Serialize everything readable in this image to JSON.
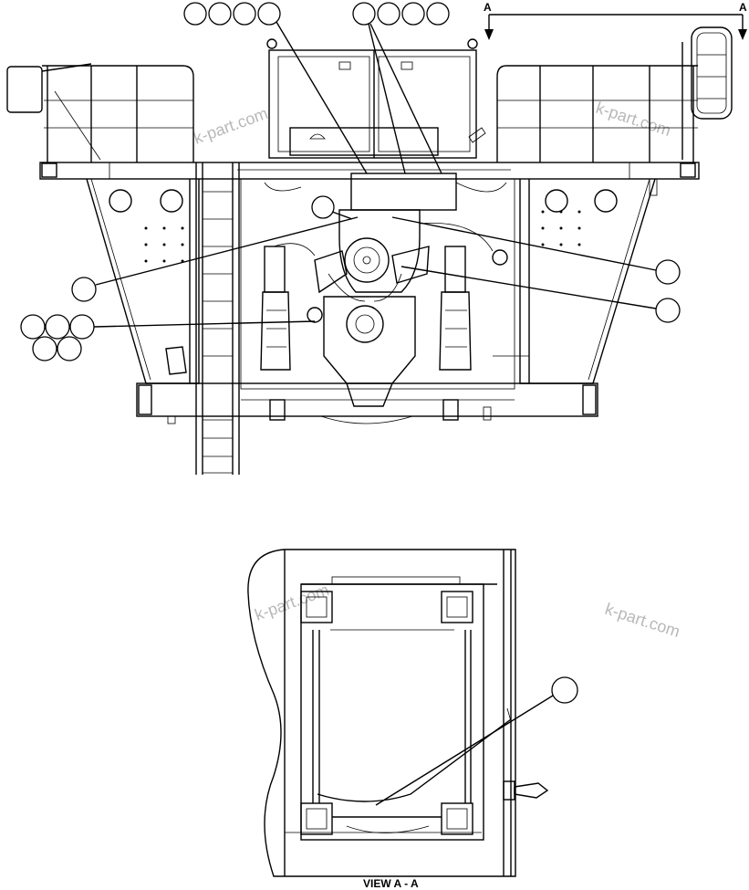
{
  "watermarks": [
    "k-part.com",
    "k-part.com",
    "k-part.com",
    "k-part.com"
  ],
  "section_marks": {
    "left": "A",
    "right": "A"
  },
  "view_label": "VIEW A - A",
  "callout_bubbles": {
    "top_left_group": [
      "",
      "",
      "",
      ""
    ],
    "top_center_group": [
      "",
      "",
      "",
      ""
    ],
    "left_single": "",
    "left_cluster": [
      "",
      "",
      "",
      "",
      ""
    ],
    "center_single": "",
    "right_upper": "",
    "right_lower": "",
    "view_single": ""
  }
}
